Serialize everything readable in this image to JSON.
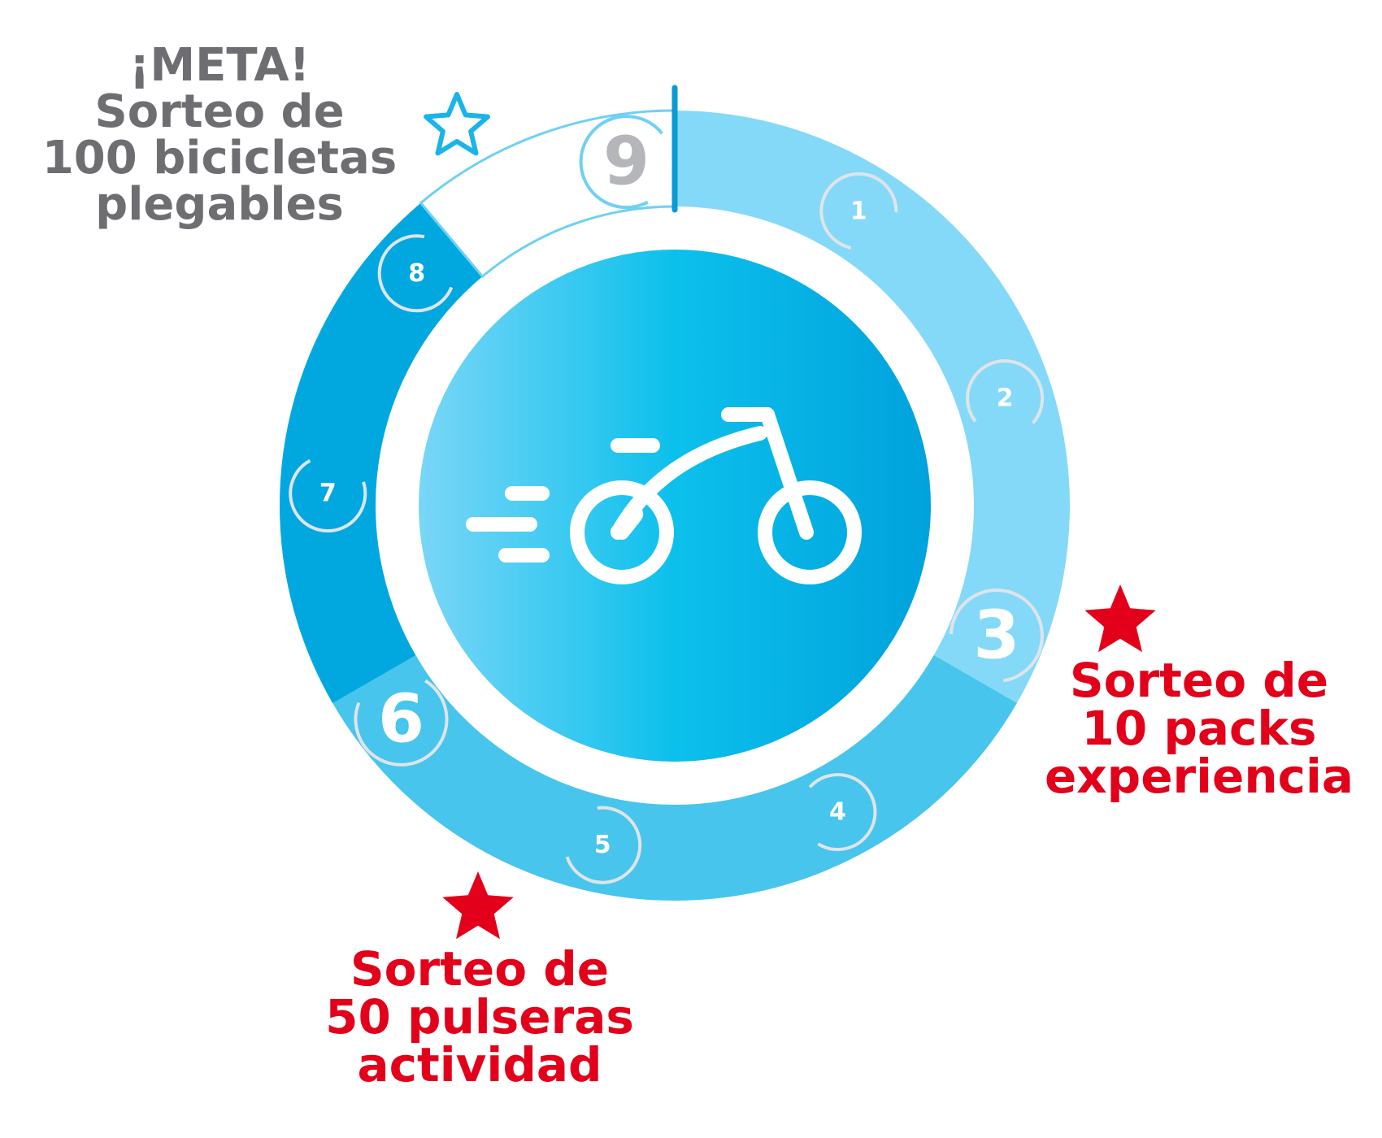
{
  "goal": {
    "lines": [
      "¡META!",
      "Sorteo de",
      "100 bicicletas",
      "plegables"
    ],
    "color": "#6e6e72"
  },
  "prizes": {
    "stage3": {
      "lines": [
        "Sorteo de",
        "10 packs",
        "experiencia"
      ],
      "color": "#e2001a"
    },
    "stage6": {
      "lines": [
        "Sorteo de",
        "50 pulseras",
        "actividad"
      ],
      "color": "#e2001a"
    }
  },
  "stages": [
    {
      "label": "1",
      "color": "#85d9f8",
      "milestone": false
    },
    {
      "label": "2",
      "color": "#85d9f8",
      "milestone": false
    },
    {
      "label": "3",
      "color": "#85d9f8",
      "milestone": true
    },
    {
      "label": "4",
      "color": "#48c5ec",
      "milestone": false
    },
    {
      "label": "5",
      "color": "#48c5ec",
      "milestone": false
    },
    {
      "label": "6",
      "color": "#48c5ec",
      "milestone": true
    },
    {
      "label": "7",
      "color": "#00a8df",
      "milestone": false
    },
    {
      "label": "8",
      "color": "#00a8df",
      "milestone": false
    },
    {
      "label": "9",
      "color": "#ffffff",
      "milestone": true
    }
  ],
  "colors": {
    "center_gradient": [
      "#7ad6f7",
      "#0cc0ec",
      "#00a2dc"
    ],
    "bike": "#ffffff",
    "ring_outline": "#6fd0f5",
    "start_marker": "#0a9bd6",
    "tab_border": "#dfe4e8",
    "goal_number": "#b4b6ba",
    "goal_star": "#1ab4e8",
    "prize_star": "#e2001a"
  },
  "icons": [
    "bicycle-speed-icon",
    "star-outline-icon",
    "star-icon"
  ]
}
